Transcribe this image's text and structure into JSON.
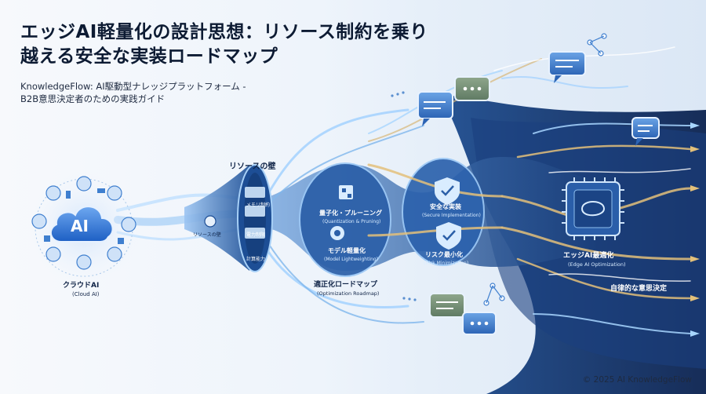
{
  "title": "エッジAI軽量化の設計思想：リソース制約を乗り越える安全な実装ロードマップ",
  "subtitle_lines": [
    "KnowledgeFlow: AI駆動型ナレッジプラットフォーム -",
    "B2B意思決定者のための実践ガイド"
  ],
  "cloud": {
    "center_label": "AI",
    "label": "クラウドAI",
    "sublabel": "(Cloud AI)"
  },
  "resource_wall": {
    "title": "リソースの壁",
    "inner_label": "リソースの壁",
    "items": [
      "メモリ制約",
      "電力制限",
      "計算能力"
    ]
  },
  "stages": [
    {
      "label": "量子化・プルーニング",
      "sublabel": "(Quantization & Pruning)"
    },
    {
      "label": "モデル軽量化",
      "sublabel": "(Model Lightweighting)"
    },
    {
      "label": "安全な実装",
      "sublabel": "(Secure Implementation)"
    },
    {
      "label": "リスク最小化",
      "sublabel": "(Risk Minimization)"
    }
  ],
  "roadmap": {
    "label": "適正化ロードマップ",
    "sublabel": "(Optimization Roadmap)"
  },
  "edge": {
    "label": "エッジAI最適化",
    "sublabel": "(Edge AI Optimization)",
    "outcome": "自律的な意思決定"
  },
  "footer": "© 2025 AI KnowledgeFlow",
  "colors": {
    "accent_blue": "#2c64b5",
    "dark_navy": "#0c2350",
    "gold_flow": "#e3c07a",
    "light_flow": "#9fd0ff"
  },
  "icons": [
    "cloud-ai-icon",
    "funnel-icon",
    "chip-icon",
    "shield-check-icon",
    "gear-brain-icon",
    "chat-bubble-icon",
    "network-node-icon"
  ]
}
